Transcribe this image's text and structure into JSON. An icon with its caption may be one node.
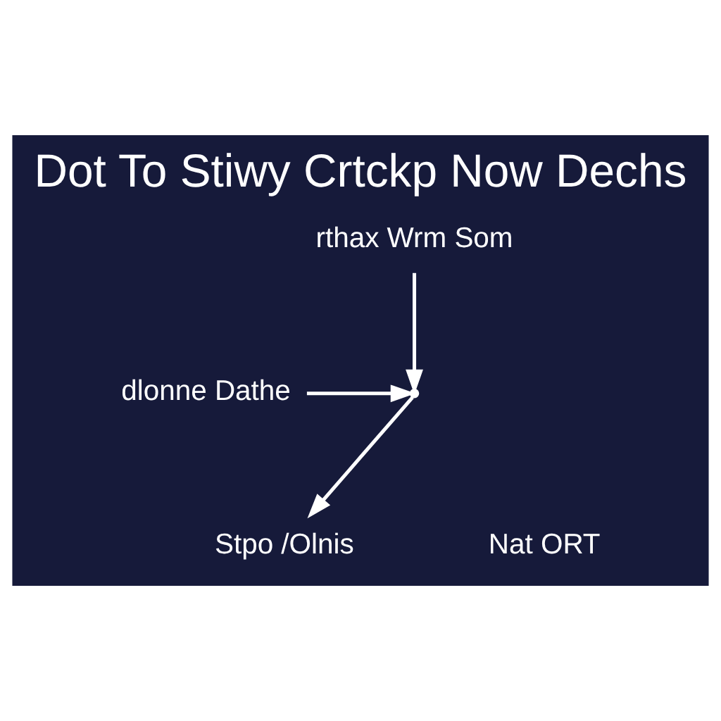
{
  "diagram": {
    "title": "Dot To Stiwy Crtckp Now Dechs",
    "nodes": [
      {
        "text": [
          "rthax Wrm Som"
        ]
      },
      {
        "text": [
          "dlonne Dathe"
        ]
      },
      {
        "text": [],
        "shape": "point"
      },
      {
        "text": [
          "Stpo /Olnis"
        ]
      }
    ],
    "edges": [
      {
        "from": 0,
        "to": 2,
        "arrow": "to"
      },
      {
        "from": 1,
        "to": 2,
        "arrow": "to"
      },
      {
        "from": 2,
        "to": 3,
        "arrow": "to"
      }
    ],
    "labels": [
      "Nat ORT"
    ]
  }
}
